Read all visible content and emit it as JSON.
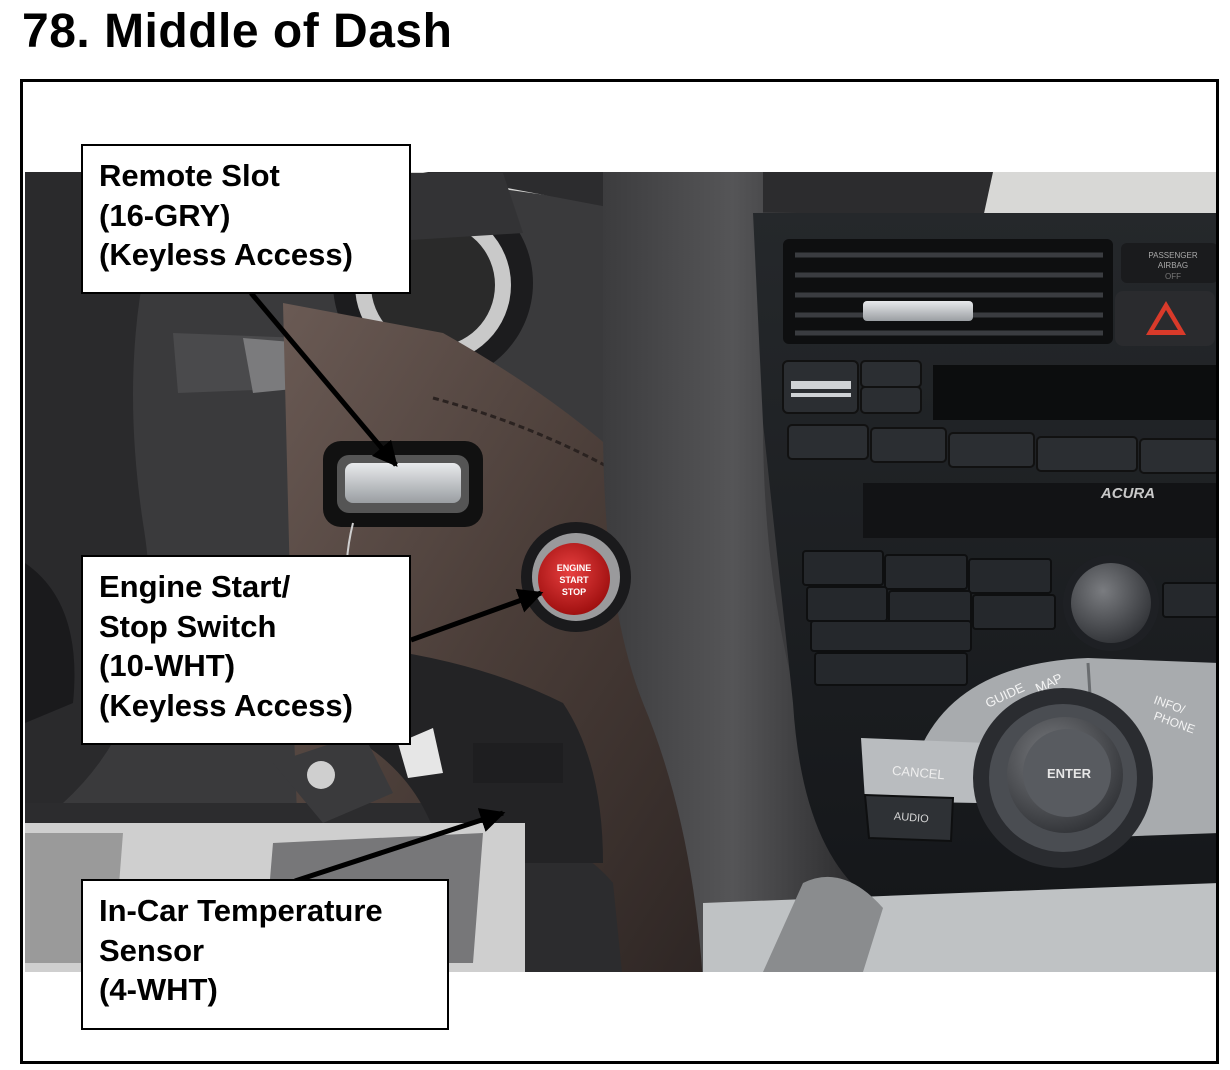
{
  "title": "78.  Middle of Dash",
  "photo_text": {
    "airbag_label_1": "PASSENGER",
    "airbag_label_2": "AIRBAG",
    "airbag_label_3": "OFF",
    "brand": "ACURA",
    "button_engine": "ENGINE",
    "button_start": "START",
    "button_stop": "STOP",
    "knob_center": "ENTER",
    "key_map": "MAP",
    "key_guide": "GUIDE",
    "key_info": "INFO/",
    "key_phone": "PHONE",
    "key_cancel": "CANCEL",
    "key_audio": "AUDIO"
  },
  "callouts": {
    "remote_slot": [
      "Remote Slot",
      "(16-GRY)",
      "(Keyless Access)"
    ],
    "engine_switch": [
      "Engine Start/",
      "Stop Switch",
      "(10-WHT)",
      "(Keyless Access)"
    ],
    "temp_sensor": [
      "In-Car Temperature",
      "Sensor",
      "(4-WHT)"
    ]
  },
  "colors": {
    "start_button": "#c01818",
    "dash_brown": "#4a3d38",
    "console_dark": "#1c1f22",
    "hazard_red": "#d93a2a"
  }
}
